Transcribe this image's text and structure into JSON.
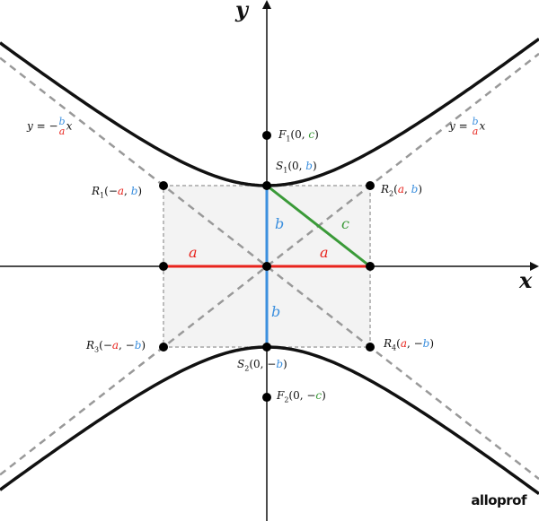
{
  "colors": {
    "a": "#e8231c",
    "b": "#3b8fde",
    "c": "#3a9a38",
    "curve": "#111111",
    "asymptote": "#999999",
    "box_fill": "#f3f3f3"
  },
  "axes": {
    "x": "x",
    "y": "y"
  },
  "segments": {
    "a_left": "a",
    "a_right": "a",
    "b_up": "b",
    "b_down": "b",
    "c": "c"
  },
  "points": {
    "F1": {
      "name": "F",
      "sub": "1",
      "p1": "(0, ",
      "v": "c",
      "p2": ")"
    },
    "F2": {
      "name": "F",
      "sub": "2",
      "p1": "(0, −",
      "v": "c",
      "p2": ")"
    },
    "S1": {
      "name": "S",
      "sub": "1",
      "p1": "(0, ",
      "v": "b",
      "p2": ")"
    },
    "S2": {
      "name": "S",
      "sub": "2",
      "p1": "(0, −",
      "v": "b",
      "p2": ")"
    },
    "R1": {
      "name": "R",
      "sub": "1",
      "p1": "(−",
      "va": "a",
      "mid": ", ",
      "vb": "b",
      "p2": ")"
    },
    "R2": {
      "name": "R",
      "sub": "2",
      "p1": "(",
      "va": "a",
      "mid": ", ",
      "vb": "b",
      "p2": ")"
    },
    "R3": {
      "name": "R",
      "sub": "3",
      "p1": "(−",
      "va": "a",
      "mid": ", −",
      "vb": "b",
      "p2": ")"
    },
    "R4": {
      "name": "R",
      "sub": "4",
      "p1": "(",
      "va": "a",
      "mid": ", −",
      "vb": "b",
      "p2": ")"
    }
  },
  "asymptotes": {
    "left": {
      "lhs": "y = −",
      "num": "b",
      "den": "a",
      "rhs": "x"
    },
    "right": {
      "lhs": "y = ",
      "num": "b",
      "den": "a",
      "rhs": "x"
    }
  },
  "logo": "alloprof"
}
